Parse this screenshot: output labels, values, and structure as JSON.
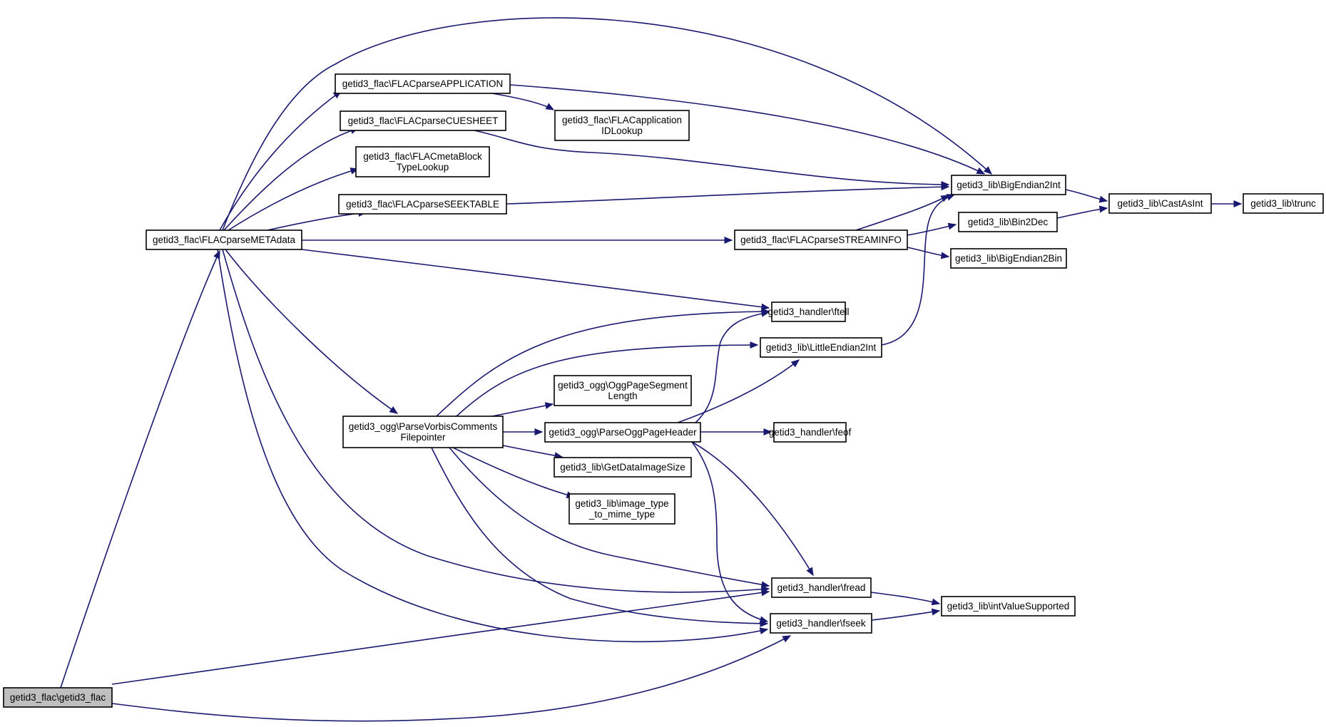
{
  "graph": {
    "title": "",
    "colors": {
      "edge": "#191970",
      "node_border": "#000000",
      "node_fill": "#ffffff",
      "root_fill": "#bfbfbf"
    },
    "nodes": [
      {
        "id": "root",
        "lines": [
          "getid3_flac\\getid3_flac"
        ],
        "root": true
      },
      {
        "id": "metadata",
        "lines": [
          "getid3_flac\\FLACparseMETAdata"
        ]
      },
      {
        "id": "application",
        "lines": [
          "getid3_flac\\FLACparseAPPLICATION"
        ]
      },
      {
        "id": "cuesheet",
        "lines": [
          "getid3_flac\\FLACparseCUESHEET"
        ]
      },
      {
        "id": "metablock",
        "lines": [
          "getid3_flac\\FLACmetaBlock",
          "TypeLookup"
        ]
      },
      {
        "id": "seektable",
        "lines": [
          "getid3_flac\\FLACparseSEEKTABLE"
        ]
      },
      {
        "id": "applookup",
        "lines": [
          "getid3_flac\\FLACapplication",
          "IDLookup"
        ]
      },
      {
        "id": "streaminfo",
        "lines": [
          "getid3_flac\\FLACparseSTREAMINFO"
        ]
      },
      {
        "id": "bigendian2int",
        "lines": [
          "getid3_lib\\BigEndian2Int"
        ]
      },
      {
        "id": "bin2dec",
        "lines": [
          "getid3_lib\\Bin2Dec"
        ]
      },
      {
        "id": "bigendian2bin",
        "lines": [
          "getid3_lib\\BigEndian2Bin"
        ]
      },
      {
        "id": "castasint",
        "lines": [
          "getid3_lib\\CastAsInt"
        ]
      },
      {
        "id": "trunc",
        "lines": [
          "getid3_lib\\trunc"
        ]
      },
      {
        "id": "ftell",
        "lines": [
          "getid3_handler\\ftell"
        ]
      },
      {
        "id": "littleendian2int",
        "lines": [
          "getid3_lib\\LittleEndian2Int"
        ]
      },
      {
        "id": "vorbis",
        "lines": [
          "getid3_ogg\\ParseVorbisComments",
          "Filepointer"
        ]
      },
      {
        "id": "oggsegment",
        "lines": [
          "getid3_ogg\\OggPageSegment",
          "Length"
        ]
      },
      {
        "id": "oggheader",
        "lines": [
          "getid3_ogg\\ParseOggPageHeader"
        ]
      },
      {
        "id": "feof",
        "lines": [
          "getid3_handler\\feof"
        ]
      },
      {
        "id": "getdataimagesize",
        "lines": [
          "getid3_lib\\GetDataImageSize"
        ]
      },
      {
        "id": "imagetype",
        "lines": [
          "getid3_lib\\image_type",
          "_to_mime_type"
        ]
      },
      {
        "id": "fread",
        "lines": [
          "getid3_handler\\fread"
        ]
      },
      {
        "id": "fseek",
        "lines": [
          "getid3_handler\\fseek"
        ]
      },
      {
        "id": "intvalue",
        "lines": [
          "getid3_lib\\intValueSupported"
        ]
      }
    ],
    "edges": [
      [
        "root",
        "metadata"
      ],
      [
        "root",
        "fread"
      ],
      [
        "root",
        "fseek"
      ],
      [
        "metadata",
        "application"
      ],
      [
        "metadata",
        "cuesheet"
      ],
      [
        "metadata",
        "metablock"
      ],
      [
        "metadata",
        "seektable"
      ],
      [
        "metadata",
        "bigendian2int"
      ],
      [
        "metadata",
        "streaminfo"
      ],
      [
        "metadata",
        "ftell"
      ],
      [
        "metadata",
        "vorbis"
      ],
      [
        "metadata",
        "fread"
      ],
      [
        "metadata",
        "fseek"
      ],
      [
        "application",
        "applookup"
      ],
      [
        "application",
        "bigendian2int"
      ],
      [
        "cuesheet",
        "bigendian2int"
      ],
      [
        "seektable",
        "bigendian2int"
      ],
      [
        "streaminfo",
        "bigendian2int"
      ],
      [
        "streaminfo",
        "bin2dec"
      ],
      [
        "streaminfo",
        "bigendian2bin"
      ],
      [
        "bigendian2int",
        "castasint"
      ],
      [
        "bin2dec",
        "castasint"
      ],
      [
        "castasint",
        "trunc"
      ],
      [
        "littleendian2int",
        "bigendian2int"
      ],
      [
        "vorbis",
        "ftell"
      ],
      [
        "vorbis",
        "littleendian2int"
      ],
      [
        "vorbis",
        "oggsegment"
      ],
      [
        "vorbis",
        "oggheader"
      ],
      [
        "vorbis",
        "getdataimagesize"
      ],
      [
        "vorbis",
        "imagetype"
      ],
      [
        "vorbis",
        "fread"
      ],
      [
        "vorbis",
        "fseek"
      ],
      [
        "oggheader",
        "ftell"
      ],
      [
        "oggheader",
        "littleendian2int"
      ],
      [
        "oggheader",
        "feof"
      ],
      [
        "oggheader",
        "fread"
      ],
      [
        "oggheader",
        "fseek"
      ],
      [
        "fread",
        "intvalue"
      ],
      [
        "fseek",
        "intvalue"
      ]
    ]
  }
}
